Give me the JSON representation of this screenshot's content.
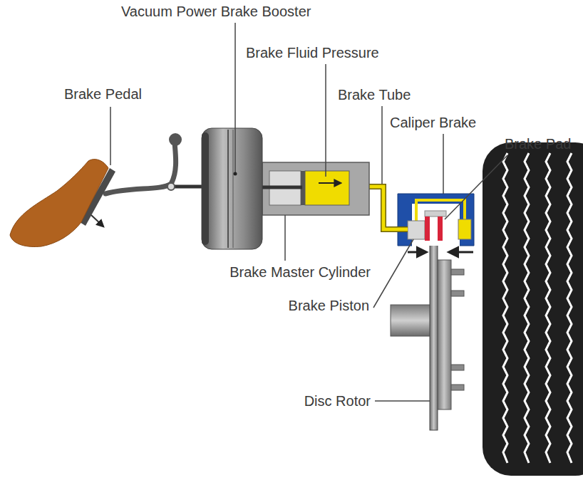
{
  "diagram": {
    "labels": [
      "Vacuum Power Brake Booster",
      "Brake Fluid Pressure",
      "Brake Tube",
      "Brake Pedal",
      "Caliper Brake",
      "Brake Pad",
      "Brake Master Cylinder",
      "Brake Piston",
      "Disc Rotor"
    ]
  }
}
